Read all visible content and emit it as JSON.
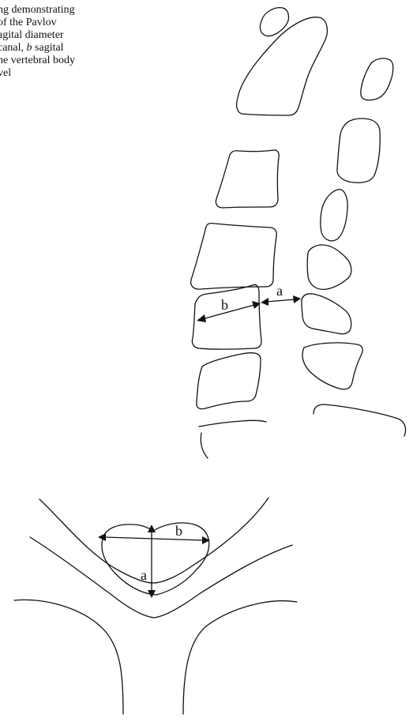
{
  "caption": {
    "line1": "ng demonstrating",
    "line2": "of the Pavlov",
    "line3": "agital diameter",
    "line4_text": "canal, ",
    "line4_var": "b",
    "line4_rest": " sagital",
    "line5": "he vertebral body",
    "line6": "vel"
  },
  "labels": {
    "lateral_a": "a",
    "lateral_b": "b",
    "axial_a": "a",
    "axial_b": "b"
  }
}
